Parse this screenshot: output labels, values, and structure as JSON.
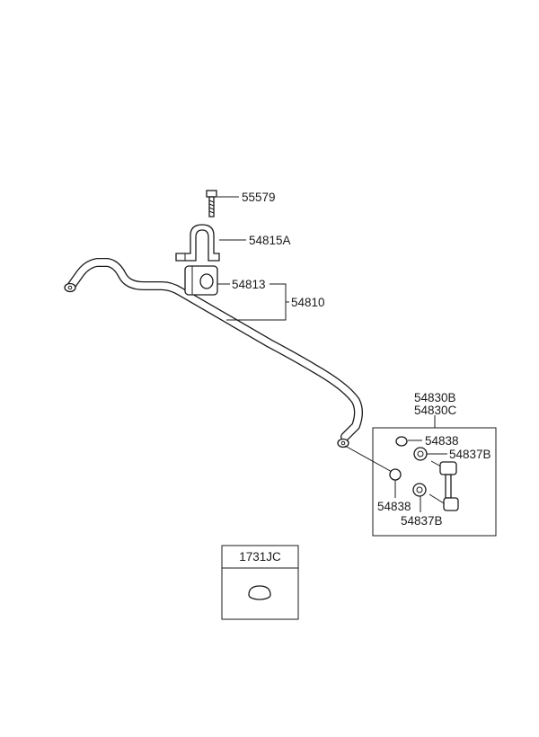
{
  "labels": {
    "bolt": "55579",
    "bracket": "54815A",
    "bushing": "54813",
    "stabilizer_bar": "54810",
    "link_assy_b": "54830B",
    "link_assy_c": "54830C",
    "washer_upper": "54838",
    "nut_upper": "54837B",
    "washer_lower": "54838",
    "nut_lower": "54837B"
  },
  "inset": {
    "code": "1731JC",
    "item": "plug-icon"
  }
}
